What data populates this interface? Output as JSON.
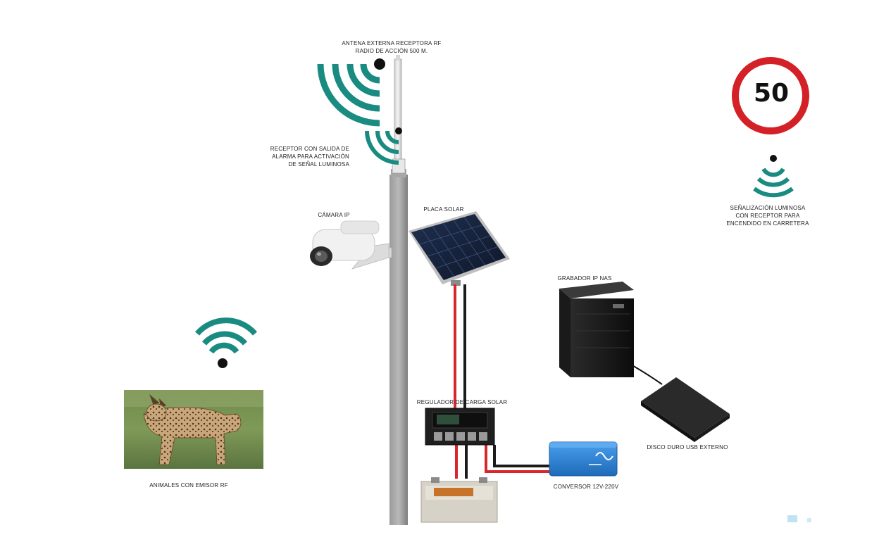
{
  "colors": {
    "signal": "#1a8b80",
    "pole": "#8a8a8a",
    "wire_positive": "#d9262b",
    "wire_negative": "#1b1b1b",
    "sign_ring": "#d42027",
    "converter": "#2a7fd3"
  },
  "labels": {
    "antenna": [
      "ANTENA EXTERNA RECEPTORA RF",
      "RADIO DE ACCIÓN 500 m."
    ],
    "receiver": [
      "RECEPTOR CON SALIDA DE",
      "ALARMA PARA ACTIVACIÓN",
      "DE SEÑAL LUMINOSA"
    ],
    "camera": "CÁMARA IP",
    "solar_panel": "PLACA SOLAR",
    "regulator": "REGULADOR DE CARGA SOLAR",
    "converter": "CONVERSOR 12V-220V",
    "nas": "GRABADOR IP NAS",
    "disk": "DISCO DURO USB EXTERNO",
    "animals": "ANIMALES CON EMISOR RF",
    "road_signal": [
      "SEÑALIZACIÓN LUMINOSA",
      "CON RECEPTOR PARA",
      "ENCENDIDO EN CARRETERA"
    ]
  },
  "speed_sign": {
    "value": "50"
  },
  "icons": {
    "signal": "wifi-signal-icon",
    "camera": "security-camera-icon",
    "solar": "solar-panel-icon",
    "regulator": "charge-regulator-icon",
    "battery": "battery-icon",
    "converter": "inverter-icon",
    "nas": "nas-recorder-icon",
    "disk": "external-hard-drive-icon",
    "lynx": "lynx-photo",
    "speed_sign": "speed-limit-sign-icon"
  }
}
